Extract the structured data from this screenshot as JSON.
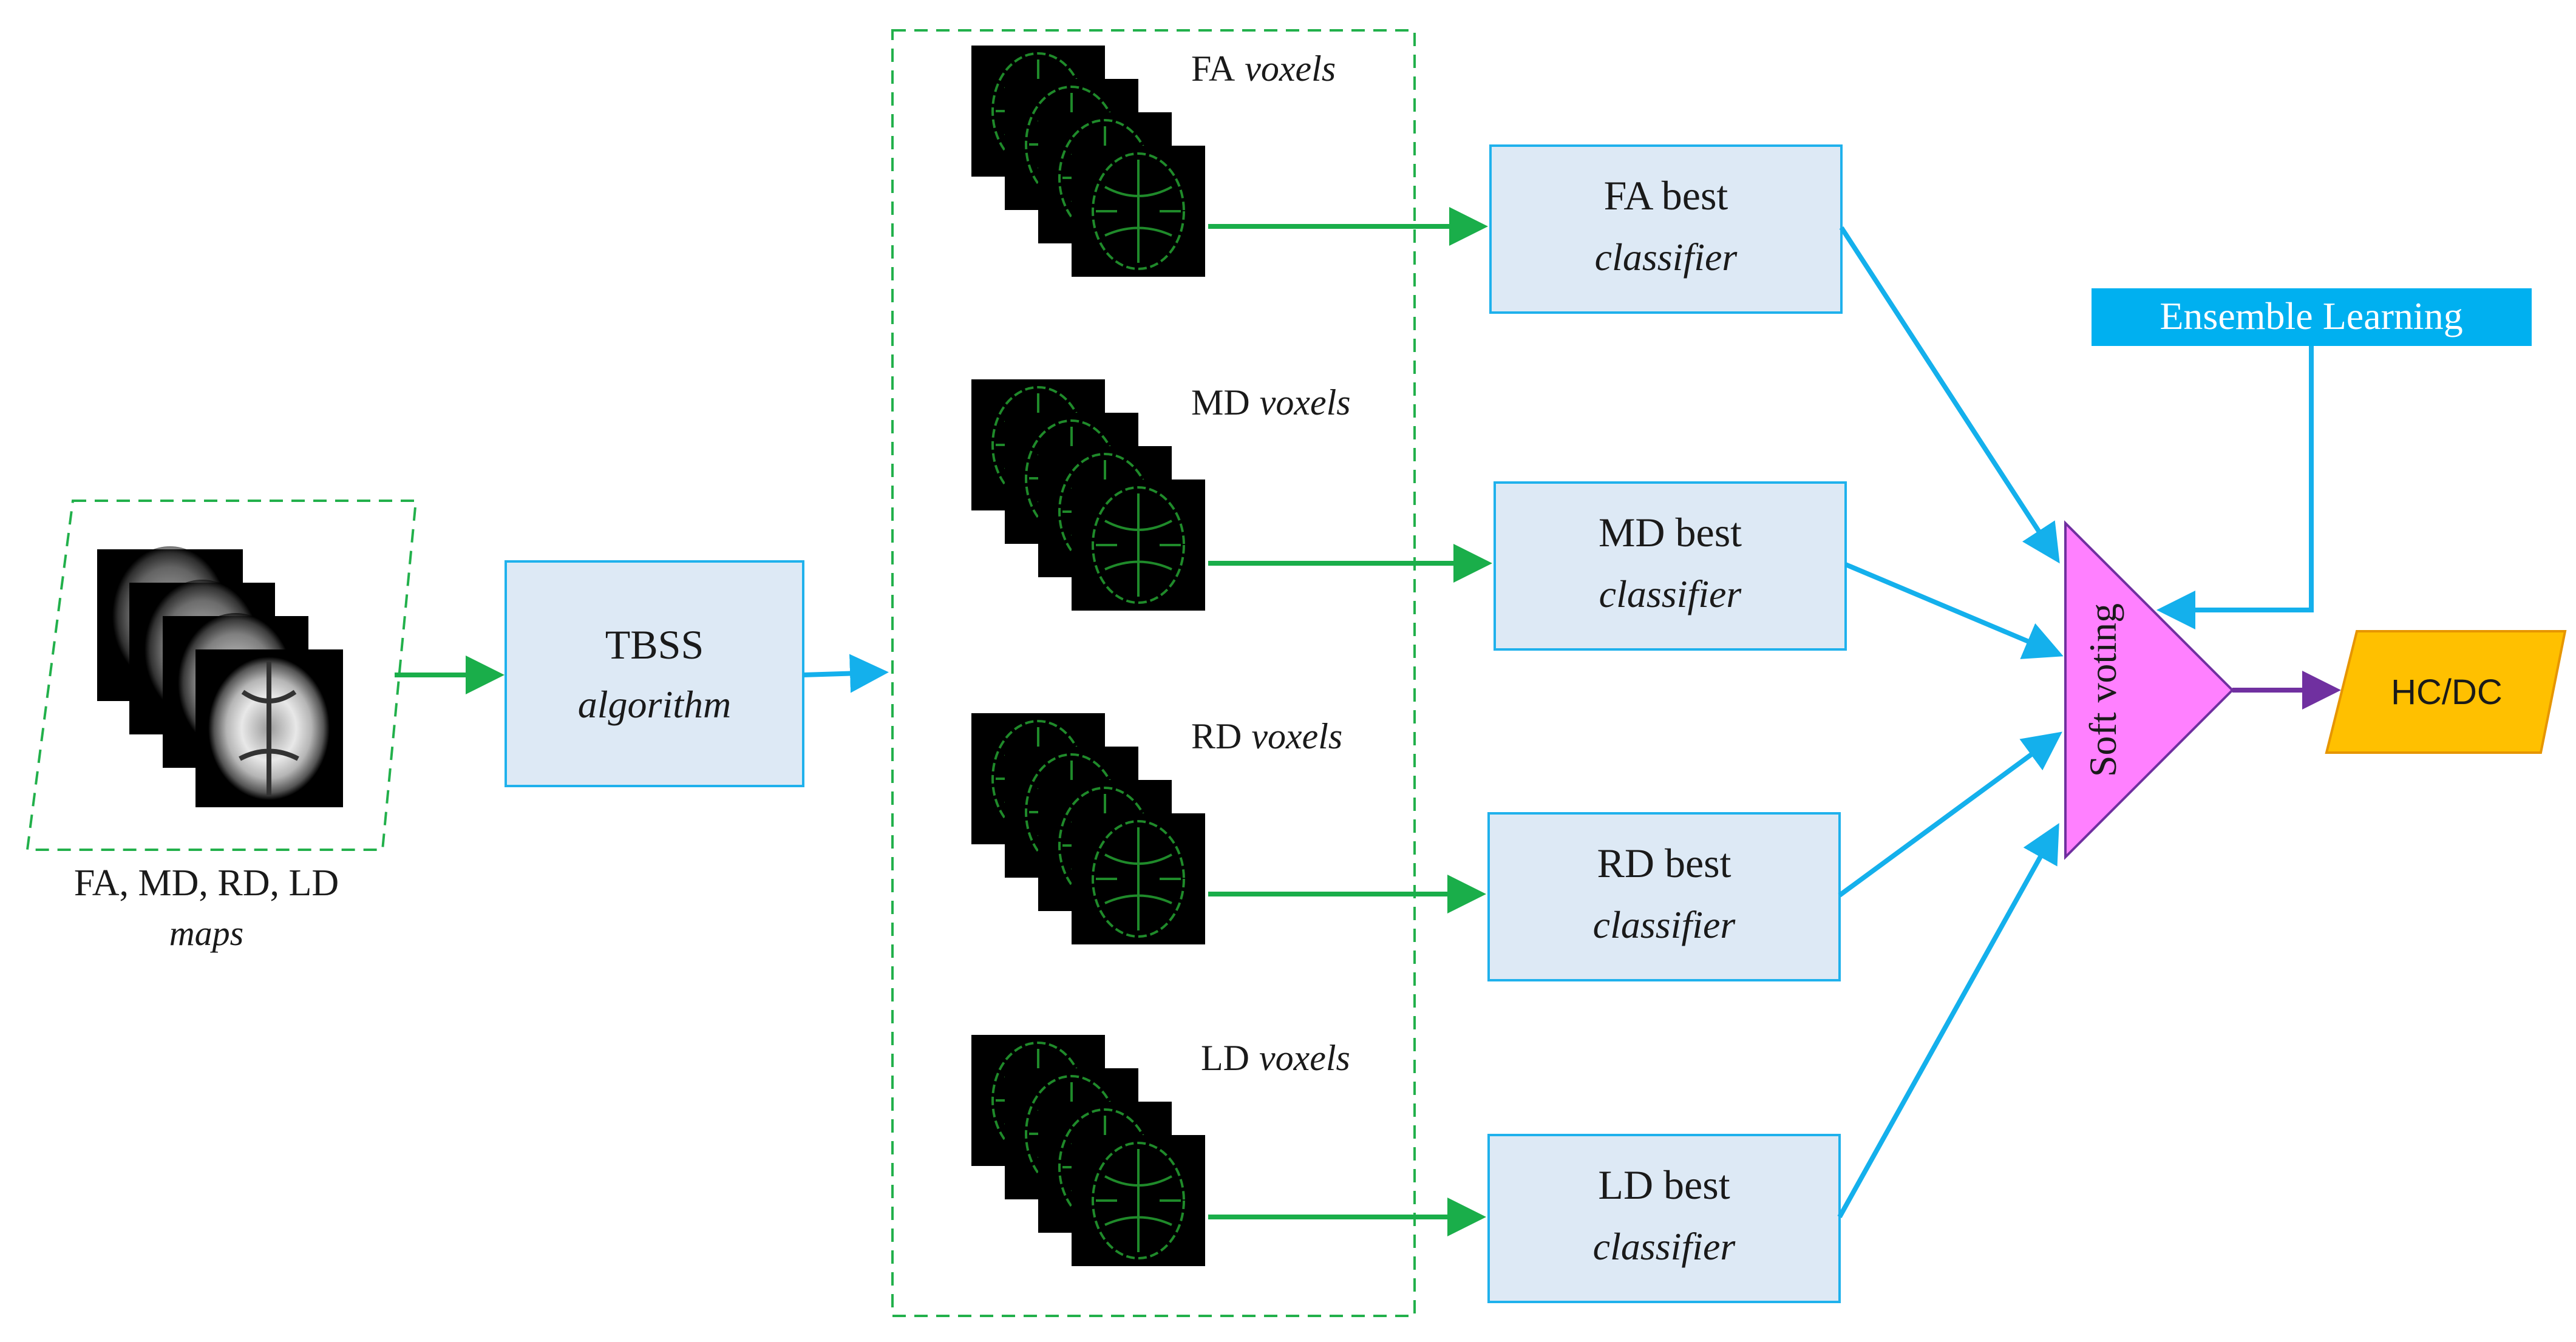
{
  "input": {
    "maps_label": "FA, MD, RD, LD",
    "maps_sublabel": "maps"
  },
  "tbss": {
    "title": "TBSS",
    "subtitle": "algorithm"
  },
  "voxel_groups": [
    {
      "name": "FA",
      "suffix": "voxels"
    },
    {
      "name": "MD",
      "suffix": "voxels"
    },
    {
      "name": "RD",
      "suffix": "voxels"
    },
    {
      "name": "LD",
      "suffix": "voxels"
    }
  ],
  "classifiers": [
    {
      "title": "FA best",
      "subtitle": "classifier"
    },
    {
      "title": "MD best",
      "subtitle": "classifier"
    },
    {
      "title": "RD best",
      "subtitle": "classifier"
    },
    {
      "title": "LD best",
      "subtitle": "classifier"
    }
  ],
  "ensemble": {
    "label": "Ensemble Learning"
  },
  "voting": {
    "label": "Soft voting"
  },
  "output": {
    "label": "HC/DC"
  },
  "colors": {
    "green_arrow": "#1aae4a",
    "blue_arrow": "#14b0ec",
    "purple_arrow": "#7030a0",
    "box_fill": "#dde9f5",
    "ensemble_fill": "#00b0f0",
    "voting_fill": "#ff80ff",
    "output_fill": "#ffc000",
    "tract_green": "#1f8a2a"
  }
}
